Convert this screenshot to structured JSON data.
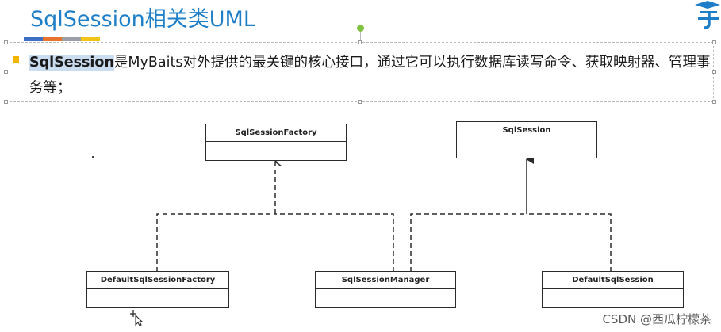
{
  "title": "SqlSession相关类UML",
  "bullet": {
    "highlight": "SqlSession",
    "text": "是MyBaits对外提供的最关键的核心接口，通过它可以执行数据库读写命令、获取映射器、管理事务等；"
  },
  "accent_colors": [
    "#3a6fc4",
    "#e8732a",
    "#9aa0a6",
    "#f2c418"
  ],
  "uml": {
    "classes": [
      {
        "id": "sqlsessionfactory",
        "name": "SqlSessionFactory"
      },
      {
        "id": "sqlsession",
        "name": "SqlSession"
      },
      {
        "id": "defaultsqlsessionfactory",
        "name": "DefaultSqlSessionFactory"
      },
      {
        "id": "sqlsessionmanager",
        "name": "SqlSessionManager"
      },
      {
        "id": "defaultsqlsession",
        "name": "DefaultSqlSession"
      }
    ],
    "relations": [
      {
        "from": "defaultsqlsessionfactory",
        "to": "sqlsessionfactory",
        "type": "realization"
      },
      {
        "from": "sqlsessionmanager",
        "to": "sqlsessionfactory",
        "type": "realization"
      },
      {
        "from": "sqlsessionmanager",
        "to": "sqlsession",
        "type": "realization"
      },
      {
        "from": "defaultsqlsession",
        "to": "sqlsession",
        "type": "realization"
      }
    ]
  },
  "logo_icon": "graduation-cap-icon",
  "watermark": "CSDN @西瓜柠檬茶"
}
